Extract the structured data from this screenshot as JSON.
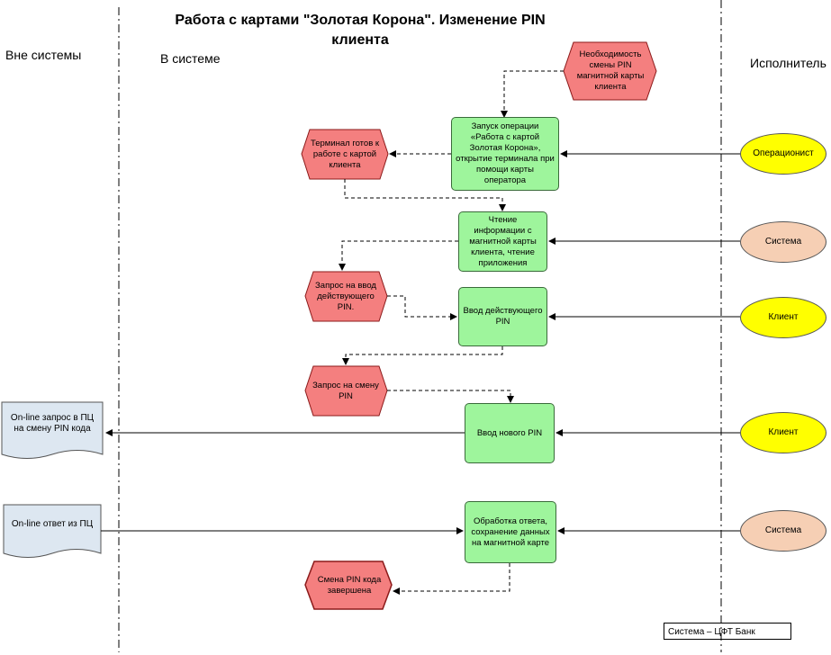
{
  "title": "Работа с картами \"Золотая Корона\". Изменение PIN клиента",
  "columns": {
    "outside": "Вне системы",
    "inside": "В системе",
    "executor": "Исполнитель"
  },
  "nodes": {
    "need_pin_change": "Необходимость смены PIN магнитной карты клиента",
    "start_operation": "Запуск операции «Работа с картой Золотая Корона», открытие терминала при помощи карты оператора",
    "terminal_ready": "Терминал готов к работе с картой клиента",
    "read_info": "Чтение информации с магнитной карты клиента, чтение приложения",
    "request_current_pin": "Запрос на ввод действующего PIN.",
    "enter_current_pin": "Ввод действующего PIN",
    "request_pin_change": "Запрос на смену PIN",
    "enter_new_pin": "Ввод нового PIN",
    "online_request": "On-line запрос в ПЦ на смену PIN кода",
    "online_response": "On-line ответ из ПЦ",
    "process_response": "Обработка ответа, сохранение данных на магнитной карте",
    "pin_changed": "Смена PIN кода завершена"
  },
  "actors": {
    "operator": "Операционист",
    "system_1": "Система",
    "client_1": "Клиент",
    "client_2": "Клиент",
    "system_2": "Система"
  },
  "legend": "Система – ЦФТ Банк",
  "colors": {
    "process": "#9ef59c",
    "event": "#f47f7f",
    "actor_client": "#ffff00",
    "actor_system": "#f6cfb4",
    "document": "#dde7f1"
  }
}
